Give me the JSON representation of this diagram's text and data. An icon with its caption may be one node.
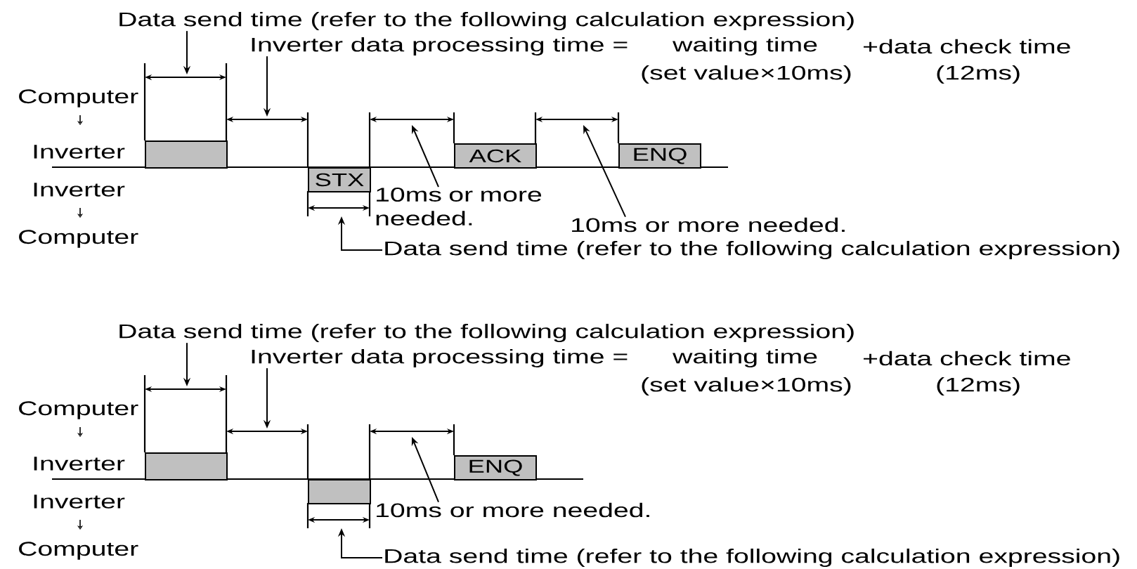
{
  "diagram": {
    "nodes": [
      {
        "text": [
          "Data send time (refer to the following calculation expression)"
        ]
      },
      {
        "text": [
          "Inverter data processing time ="
        ]
      },
      {
        "text": [],
        "shape": "bar"
      },
      {
        "text": [
          "STX"
        ]
      },
      {
        "text": [
          "ACK"
        ]
      },
      {
        "text": [
          "ENQ"
        ]
      },
      {
        "text": [
          "10ms or more needed."
        ]
      },
      {
        "text": [
          "10ms or more needed."
        ]
      },
      {
        "text": [
          "Data send time (refer to the following calculation expression)"
        ]
      },
      {
        "text": [
          "Data send time (refer to the following calculation expression)"
        ]
      },
      {
        "text": [
          "Inverter data processing time ="
        ]
      },
      {
        "text": [],
        "shape": "bar"
      },
      {
        "text": [],
        "shape": "bar"
      },
      {
        "text": [
          "ENQ"
        ]
      },
      {
        "text": [
          "10ms or more needed."
        ]
      },
      {
        "text": [
          "Data send time (refer to the following calculation expression)"
        ]
      }
    ],
    "edges": [
      {
        "from": 0,
        "to": null,
        "arrow": "to"
      },
      {
        "from": 1,
        "to": null,
        "arrow": "to"
      },
      {
        "from": 6,
        "to": null,
        "arrow": "to"
      },
      {
        "from": 7,
        "to": null,
        "arrow": "to"
      },
      {
        "from": 8,
        "to": null,
        "arrow": "to"
      },
      {
        "from": 9,
        "to": null,
        "arrow": "to"
      },
      {
        "from": 10,
        "to": null,
        "arrow": "to"
      },
      {
        "from": 14,
        "to": null,
        "arrow": "to"
      },
      {
        "from": 15,
        "to": null,
        "arrow": "to"
      }
    ],
    "labels": [
      "waiting time",
      "+data check time",
      "Computer",
      "(set value×10ms)",
      "(12ms)",
      "Inverter",
      "Inverter",
      "Computer",
      "waiting time",
      "+data check time",
      "Computer",
      "(set value×10ms)",
      "(12ms)",
      "Inverter",
      "Inverter",
      "Computer"
    ]
  }
}
